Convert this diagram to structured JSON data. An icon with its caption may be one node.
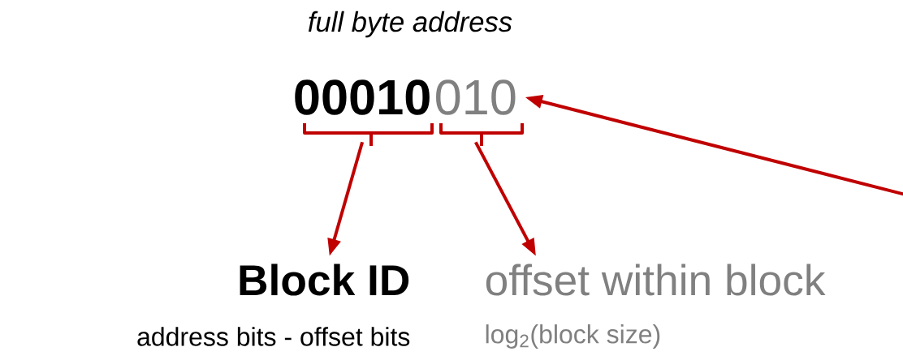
{
  "diagram": {
    "nodes": [
      {
        "text": [
          "00010"
        ]
      },
      {
        "text": [
          "010"
        ]
      },
      {
        "text": [
          "Block ID",
          "address bits - offset bits"
        ]
      },
      {
        "text": [
          "offset within block",
          "log$_{2}$(block size)"
        ]
      }
    ],
    "edges": [
      {
        "from": 0,
        "to": 2,
        "arrow": "to"
      },
      {
        "from": 1,
        "to": 3,
        "arrow": "to"
      },
      {
        "from": null,
        "to": 1,
        "arrow": "to"
      }
    ],
    "labels": [
      "full byte address"
    ]
  }
}
